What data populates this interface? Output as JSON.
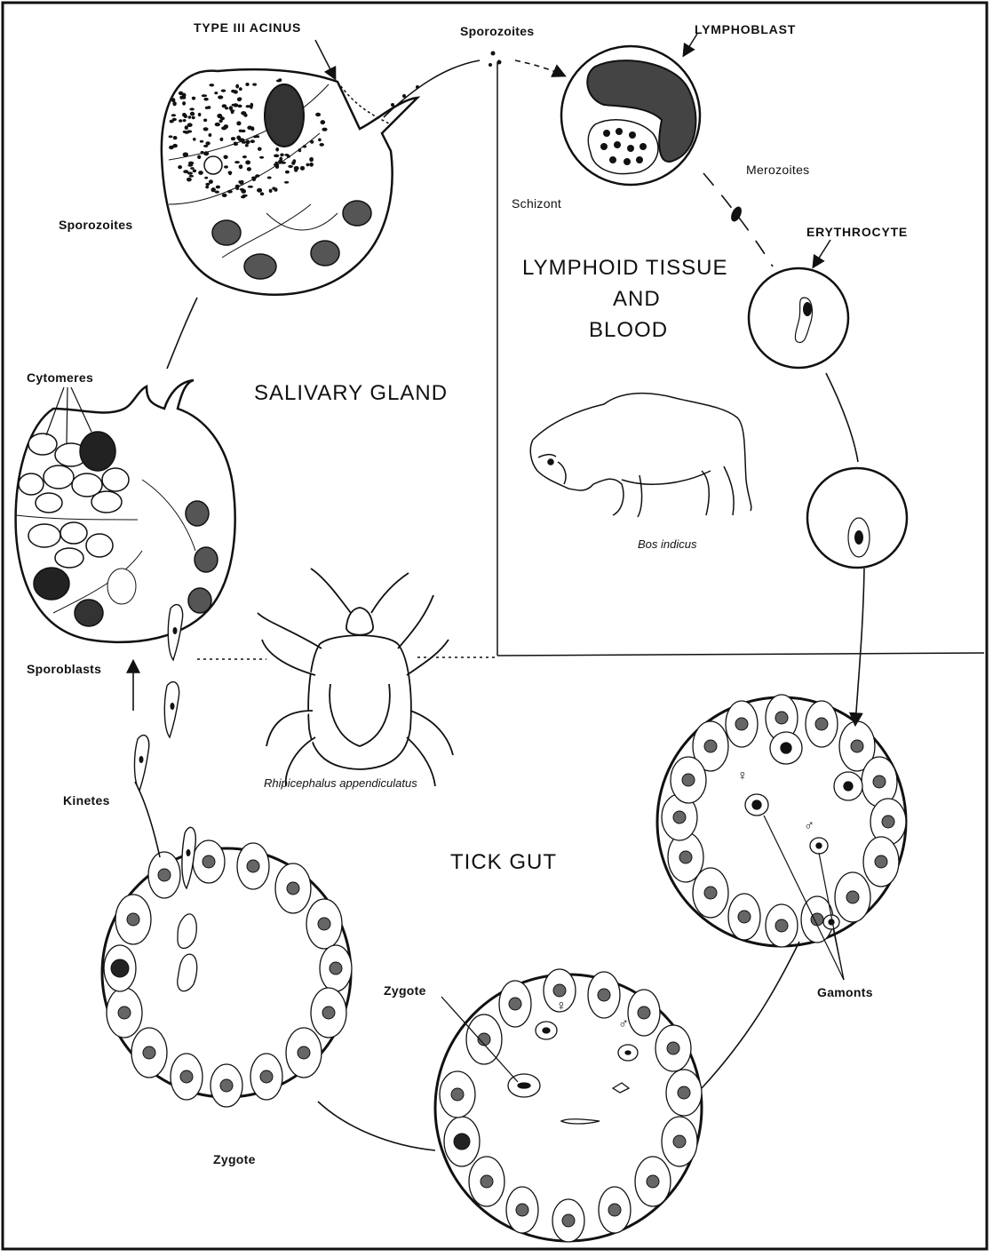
{
  "regions": {
    "salivary_gland": "SALIVARY GLAND",
    "lymphoid_tissue_line1": "LYMPHOID TISSUE",
    "lymphoid_tissue_line2": "AND",
    "lymphoid_tissue_line3": "BLOOD",
    "tick_gut": "TICK GUT"
  },
  "labels": {
    "type_iii_acinus": "TYPE III ACINUS",
    "sporozoites_top": "Sporozoites",
    "lymphoblast": "LYMPHOBLAST",
    "sporozoites_left": "Sporozoites",
    "schizont": "Schizont",
    "merozoites": "Merozoites",
    "erythrocyte": "ERYTHROCYTE",
    "cytomeres": "Cytomeres",
    "bos_indicus": "Bos indicus",
    "sporoblasts": "Sporoblasts",
    "rhipicephalus": "Rhipicephalus appendiculatus",
    "kinetes": "Kinetes",
    "zygote_middle": "Zygote",
    "gamonts": "Gamonts",
    "zygote_bottom": "Zygote"
  },
  "symbols": {
    "female_gut_right": "♀",
    "male_gut_right": "♂",
    "female_gut_bottom": "♀",
    "male_gut_bottom": "♂"
  }
}
